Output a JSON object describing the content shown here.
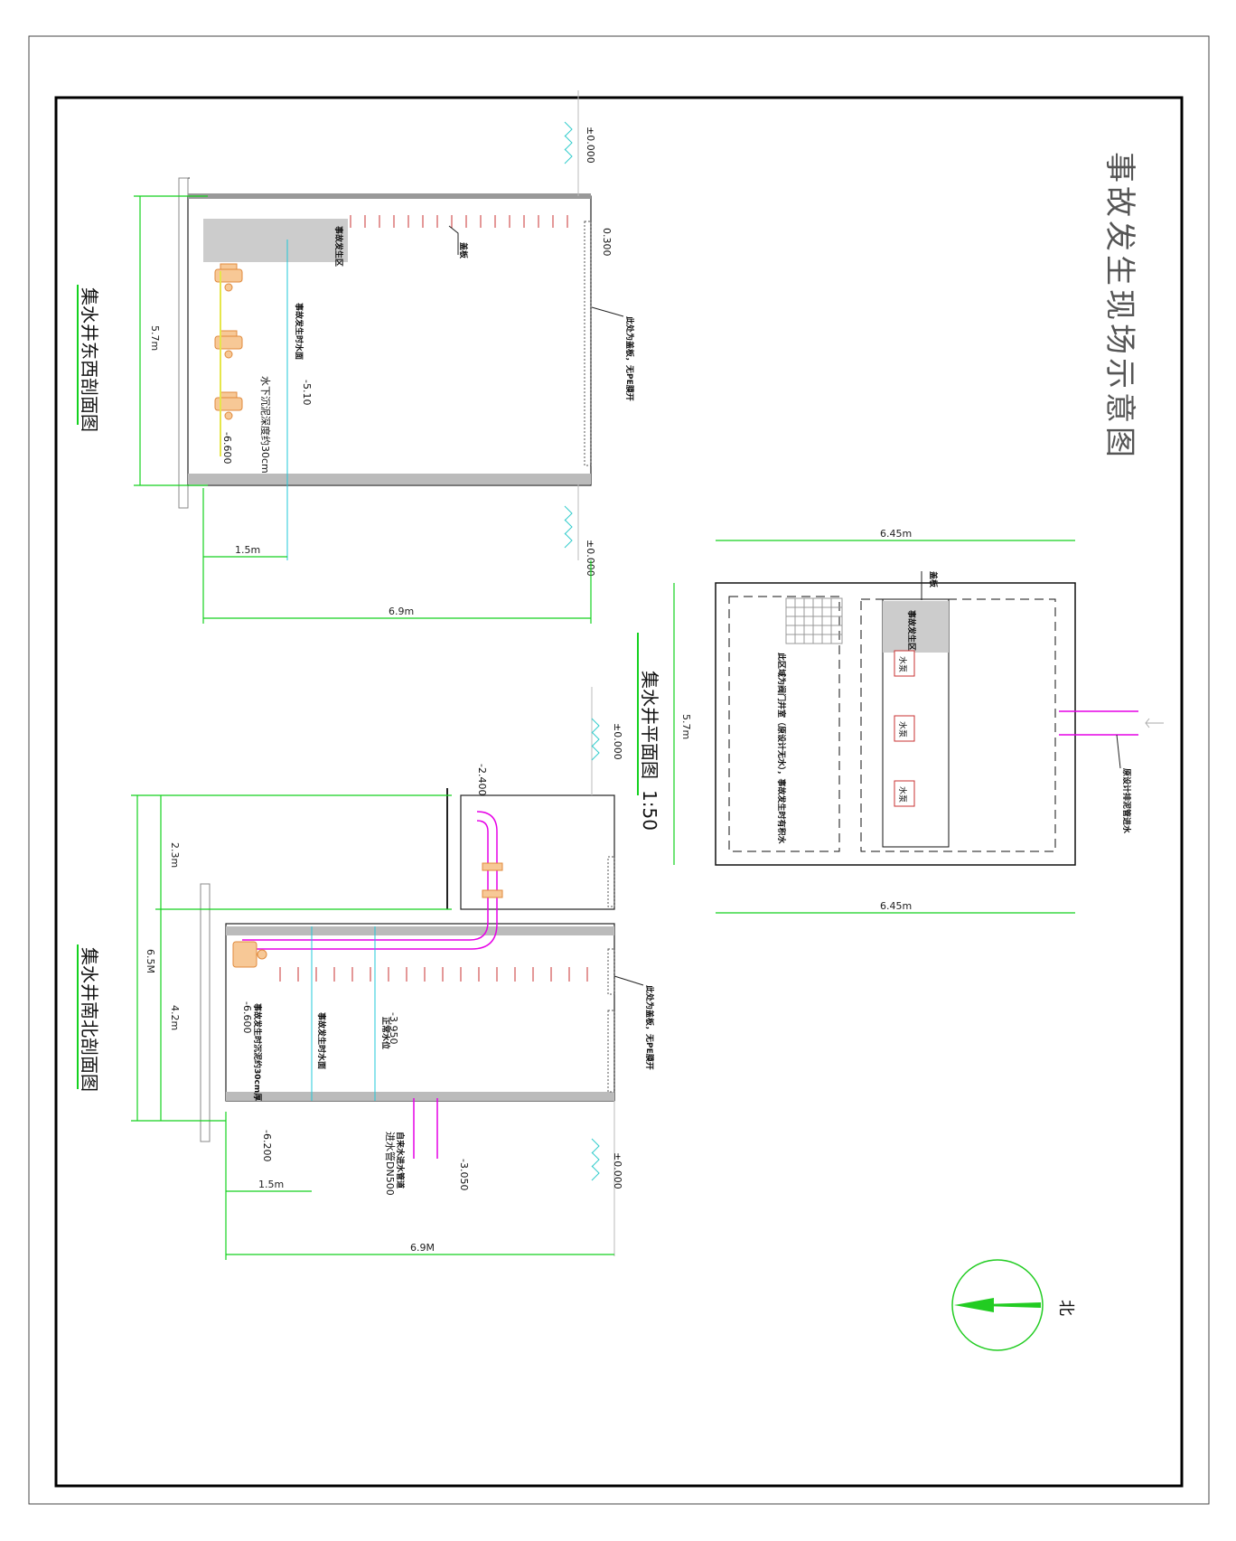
{
  "title": "事故发生现场示意图",
  "views": {
    "east_west_section": {
      "title": "集水井东西剖面图",
      "dims": {
        "height": "5.7m",
        "width": "6.9m",
        "offset": "1.5m"
      },
      "elevations": {
        "top_right": "±0.000",
        "bottom_right": "±0.000",
        "top_inner": "0.300",
        "level_a": "-5.10",
        "level_b": "-6.600"
      },
      "labels": {
        "area": "事故发生区",
        "cover": "盖板",
        "wall_note": "此处为盖板，无PE膜开",
        "level_note": "事故发生时水面",
        "sludge_note": "水下沉泥深度约30cm"
      }
    },
    "plan": {
      "title": "集水井平面图",
      "scale": "1:50",
      "dims": {
        "top": "6.45m",
        "bottom": "6.45m",
        "side": "5.7m"
      },
      "labels": {
        "cover": "盖板",
        "area": "事故发生区",
        "pumps": [
          "水泵",
          "水泵",
          "水泵"
        ],
        "left_note": "此区域为阀门井室（原设计无水），事故发生时有积水",
        "pipe_note": "原设计排泥管进水"
      }
    },
    "north_south_section": {
      "title": "集水井南北剖面图",
      "dims": {
        "total": "6.5M",
        "upper": "2.3m",
        "lower": "4.2m",
        "offset": "1.5m",
        "width": "6.9M"
      },
      "elevations": {
        "a": "±0.000",
        "b": "-2.400",
        "c": "-3.950",
        "d": "-6.600",
        "e": "-6.200",
        "f": "-3.050",
        "g": "±0.000"
      },
      "labels": {
        "wall_note": "此处为盖板，无PE膜开",
        "sludge_note": "事故发生时沉泥约30cm厚",
        "level_note": "事故发生时水面",
        "normal_level": "正常水位",
        "pipe_note_1": "自来水进水管道",
        "pipe_note_2": "进水管DN500"
      }
    }
  },
  "north_label": "北",
  "colors": {
    "dim": "#14d11f",
    "pipe": "#e600e6",
    "pump": "#f0b070",
    "water": "#22c8d8",
    "rebar": "#c83232",
    "gray": "#cccccc"
  }
}
